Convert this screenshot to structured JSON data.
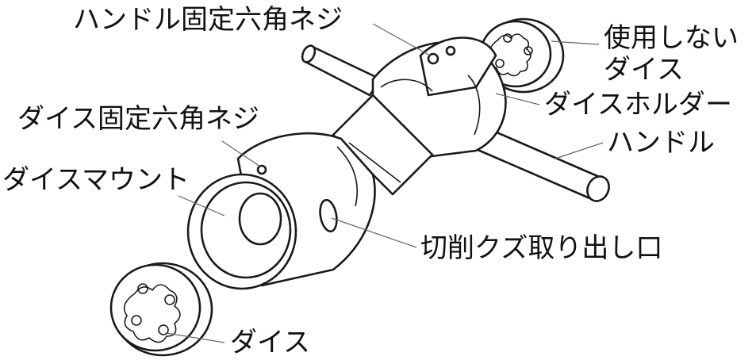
{
  "colors": {
    "line": "#1a1a1a",
    "leader": "#666666",
    "text": "#111111",
    "background": "#ffffff"
  },
  "labels": {
    "handle_set_screw": "ハンドル固定六角ネジ",
    "unused_die_line1": "使用しない",
    "unused_die_line2": "ダイス",
    "die_holder": "ダイスホルダー",
    "handle": "ハンドル",
    "die_set_screw": "ダイス固定六角ネジ",
    "die_mount": "ダイスマウント",
    "chip_outlet": "切削クズ取り出し口",
    "die": "ダイス"
  }
}
